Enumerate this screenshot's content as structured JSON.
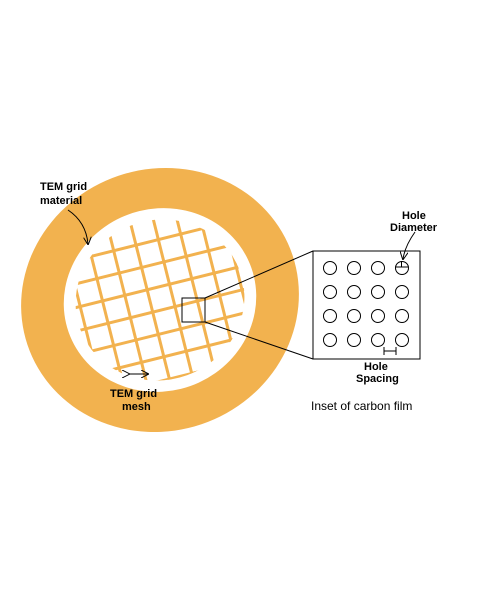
{
  "colors": {
    "grid": "#F2B24F",
    "ink": "#000000",
    "background": "#FFFFFF"
  },
  "labels": {
    "grid_material": [
      "TEM grid",
      "material"
    ],
    "hole_diameter": [
      "Hole",
      "Diameter"
    ],
    "grid_mesh": [
      "TEM grid",
      "mesh"
    ],
    "hole_spacing": [
      "Hole",
      "Spacing"
    ],
    "inset_caption": "Inset of carbon film"
  },
  "inset": {
    "hole_rows": 4,
    "hole_cols": 4
  }
}
